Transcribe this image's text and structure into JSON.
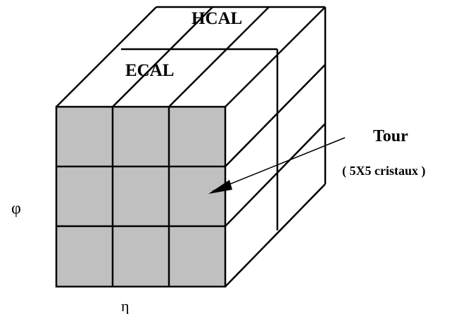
{
  "diagram": {
    "hcal_label": "HCAL",
    "ecal_label": "ECAL",
    "tower_label": "Tour",
    "tower_sublabel": "( 5X5 cristaux )",
    "phi_label": "φ",
    "eta_label": "η",
    "front_grid": {
      "rows": 3,
      "cols": 3
    }
  },
  "colors": {
    "cell_fill": "#c0c0c0",
    "line": "#000000",
    "background": "#ffffff"
  }
}
